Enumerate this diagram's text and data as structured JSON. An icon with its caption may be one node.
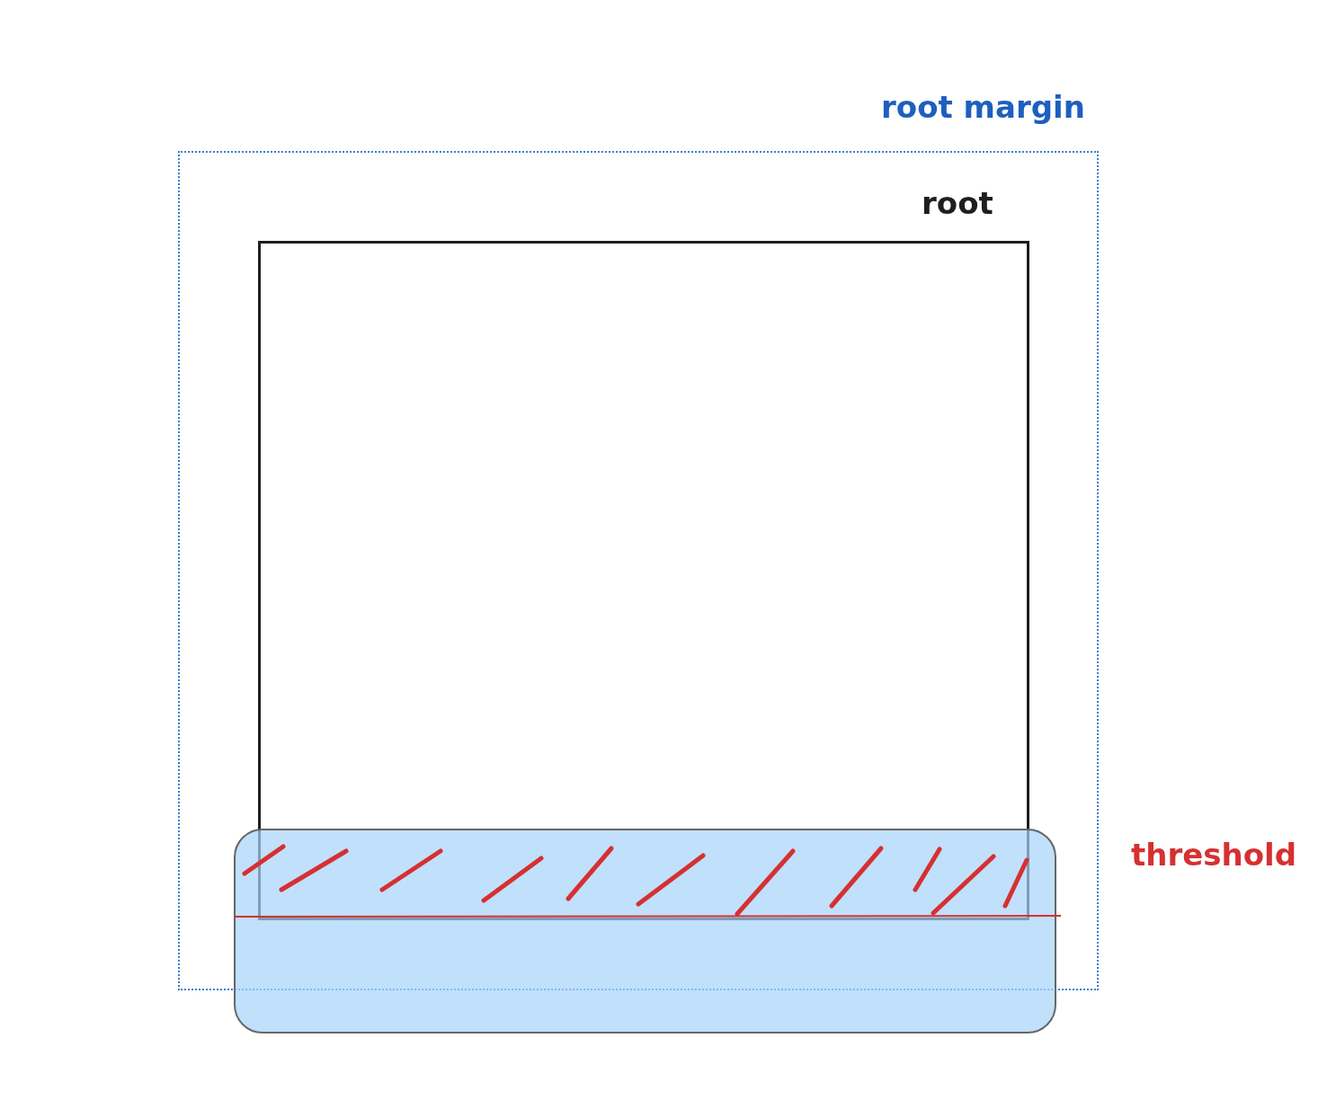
{
  "diagram": {
    "nodes": [
      {
        "text": [
          "root margin"
        ]
      },
      {
        "text": [
          "root"
        ],
        "in": 0
      },
      {
        "text": [],
        "shape": "box"
      }
    ],
    "labels": [
      "threshold"
    ]
  }
}
